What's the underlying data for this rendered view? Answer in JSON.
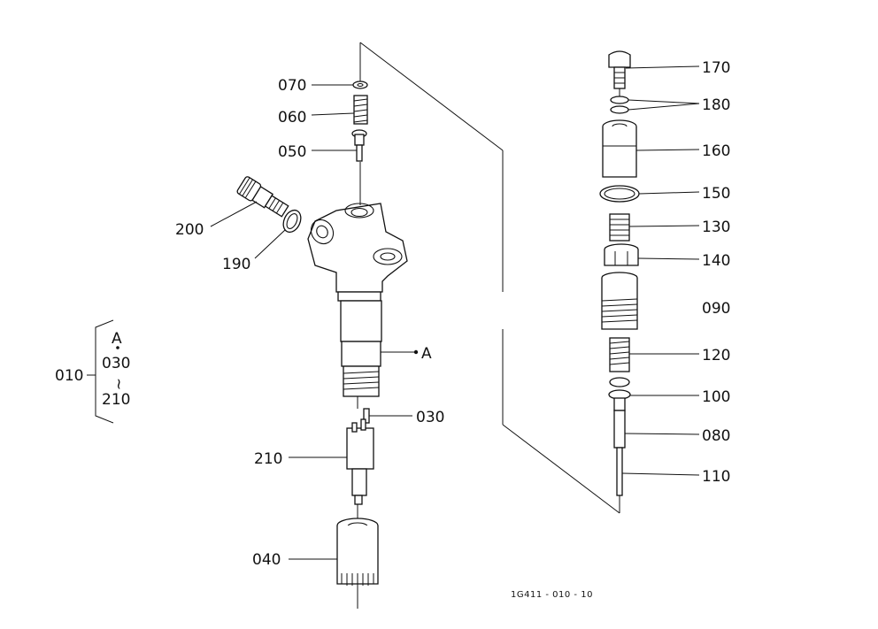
{
  "diagram": {
    "labels": {
      "p070": "070",
      "p060": "060",
      "p050": "050",
      "p200": "200",
      "p190": "190",
      "pA": "A",
      "p030": "030",
      "p210": "210",
      "p040": "040",
      "p170": "170",
      "p180": "180",
      "p160": "160",
      "p150": "150",
      "p130": "130",
      "p140": "140",
      "p090": "090",
      "p120": "120",
      "p100": "100",
      "p080": "080",
      "p110": "110"
    },
    "assembly": {
      "label": "010",
      "line1": "A",
      "line2": "030",
      "tilde": "~",
      "line3": "210"
    },
    "drawing_code": "1G411 - 010 - 10"
  }
}
